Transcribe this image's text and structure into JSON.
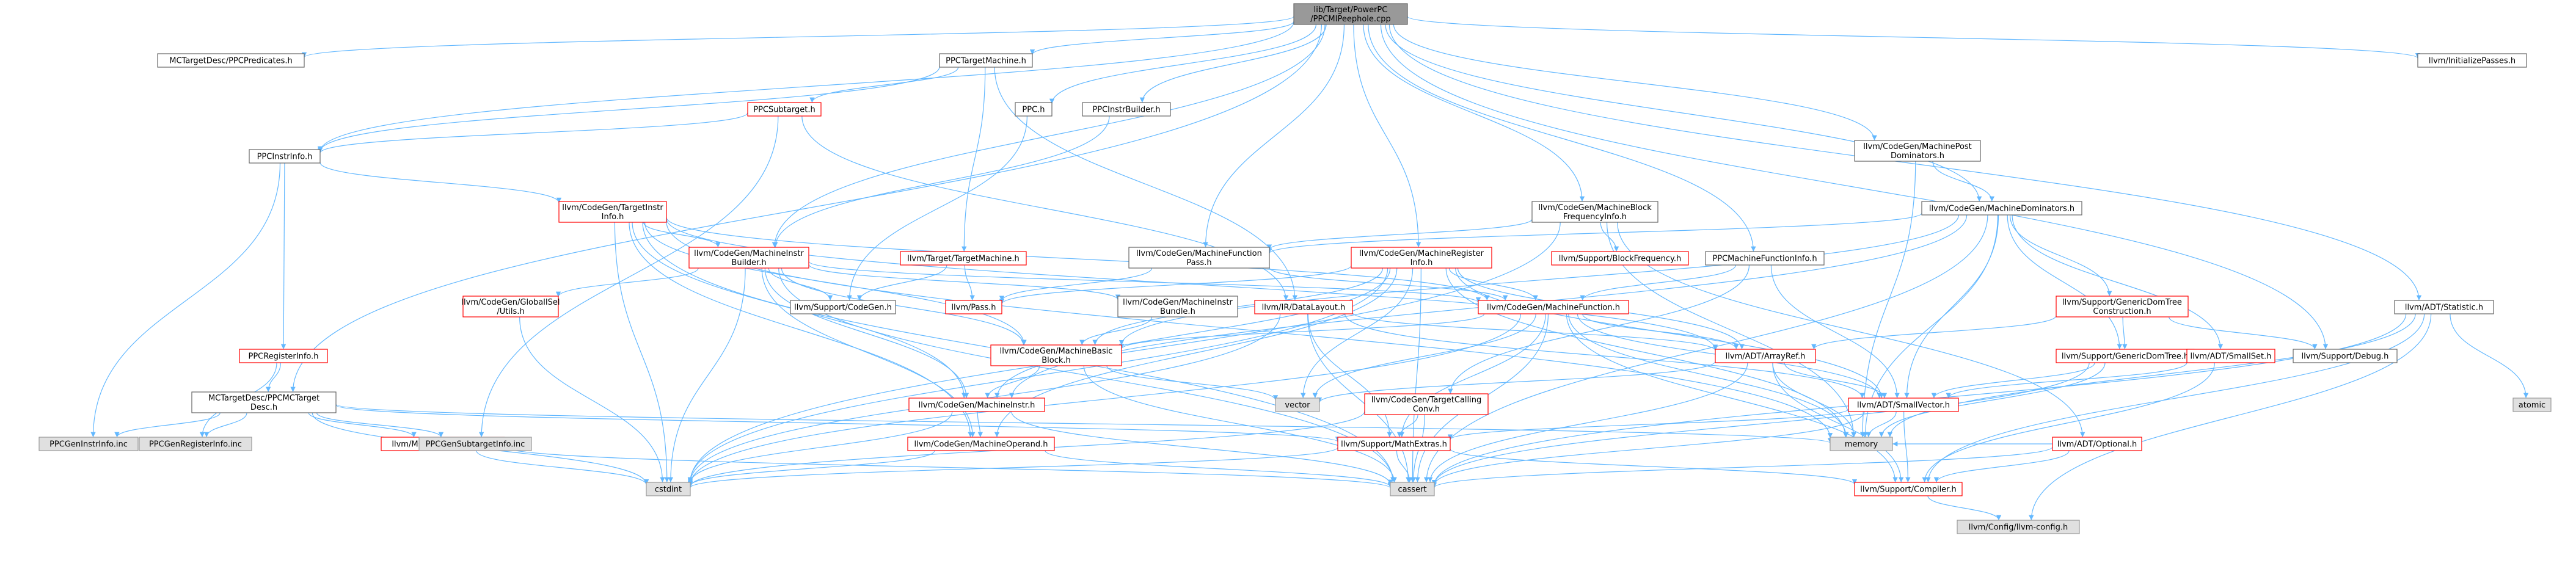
{
  "graph": {
    "colors": {
      "edge": "#63b8ff",
      "root_fill": "#999999",
      "root_stroke": "#666666",
      "file_fill": "#ffffff",
      "file_stroke": "#666666",
      "truncated_stroke": "#ff0000",
      "system_fill": "#e0e0e0",
      "system_stroke": "#999999",
      "text": "#000000"
    },
    "nodes": [
      {
        "id": "root",
        "lines": [
          "lib/Target/PowerPC",
          "/PPCMIPeephole.cpp"
        ],
        "kind": "root"
      },
      {
        "id": "mctdpred",
        "lines": [
          "MCTargetDesc/PPCPredicates.h"
        ],
        "kind": "file"
      },
      {
        "id": "ppctm",
        "lines": [
          "PPCTargetMachine.h"
        ],
        "kind": "file"
      },
      {
        "id": "ppch",
        "lines": [
          "PPC.h"
        ],
        "kind": "file"
      },
      {
        "id": "ppcib",
        "lines": [
          "PPCInstrBuilder.h"
        ],
        "kind": "file"
      },
      {
        "id": "ppcsub",
        "lines": [
          "PPCSubtarget.h"
        ],
        "kind": "truncated"
      },
      {
        "id": "ppcii",
        "lines": [
          "PPCInstrInfo.h"
        ],
        "kind": "file"
      },
      {
        "id": "mpdom",
        "lines": [
          "llvm/CodeGen/MachinePost",
          "Dominators.h"
        ],
        "kind": "file"
      },
      {
        "id": "initp",
        "lines": [
          "llvm/InitializePasses.h"
        ],
        "kind": "file"
      },
      {
        "id": "tii",
        "lines": [
          "llvm/CodeGen/TargetInstr",
          "Info.h"
        ],
        "kind": "truncated"
      },
      {
        "id": "mbfi",
        "lines": [
          "llvm/CodeGen/MachineBlock",
          "FrequencyInfo.h"
        ],
        "kind": "file"
      },
      {
        "id": "mdom",
        "lines": [
          "llvm/CodeGen/MachineDominators.h"
        ],
        "kind": "file"
      },
      {
        "id": "mib",
        "lines": [
          "llvm/CodeGen/MachineInstr",
          "Builder.h"
        ],
        "kind": "truncated"
      },
      {
        "id": "ttm",
        "lines": [
          "llvm/Target/TargetMachine.h"
        ],
        "kind": "truncated"
      },
      {
        "id": "mfp",
        "lines": [
          "llvm/CodeGen/MachineFunction",
          "Pass.h"
        ],
        "kind": "file"
      },
      {
        "id": "mri",
        "lines": [
          "llvm/CodeGen/MachineRegister",
          "Info.h"
        ],
        "kind": "truncated"
      },
      {
        "id": "bfreq",
        "lines": [
          "llvm/Support/BlockFrequency.h"
        ],
        "kind": "truncated"
      },
      {
        "id": "ppcmfi",
        "lines": [
          "PPCMachineFunctionInfo.h"
        ],
        "kind": "file"
      },
      {
        "id": "gdtc",
        "lines": [
          "llvm/Support/GenericDomTree",
          "Construction.h"
        ],
        "kind": "truncated"
      },
      {
        "id": "gisel",
        "lines": [
          "llvm/CodeGen/GlobalISel",
          "/Utils.h"
        ],
        "kind": "truncated"
      },
      {
        "id": "supcg",
        "lines": [
          "llvm/Support/CodeGen.h"
        ],
        "kind": "file"
      },
      {
        "id": "irpass",
        "lines": [
          "llvm/Pass.h"
        ],
        "kind": "truncated"
      },
      {
        "id": "mibundle",
        "lines": [
          "llvm/CodeGen/MachineInstr",
          "Bundle.h"
        ],
        "kind": "file"
      },
      {
        "id": "dl",
        "lines": [
          "llvm/IR/DataLayout.h"
        ],
        "kind": "truncated"
      },
      {
        "id": "mf",
        "lines": [
          "llvm/CodeGen/MachineFunction.h"
        ],
        "kind": "truncated"
      },
      {
        "id": "stat",
        "lines": [
          "llvm/ADT/Statistic.h"
        ],
        "kind": "file"
      },
      {
        "id": "ppcri",
        "lines": [
          "PPCRegisterInfo.h"
        ],
        "kind": "truncated"
      },
      {
        "id": "mbb",
        "lines": [
          "llvm/CodeGen/MachineBasic",
          "Block.h"
        ],
        "kind": "truncated"
      },
      {
        "id": "aref",
        "lines": [
          "llvm/ADT/ArrayRef.h"
        ],
        "kind": "truncated"
      },
      {
        "id": "gdt",
        "lines": [
          "llvm/Support/GenericDomTree.h"
        ],
        "kind": "truncated"
      },
      {
        "id": "sset",
        "lines": [
          "llvm/ADT/SmallSet.h"
        ],
        "kind": "truncated"
      },
      {
        "id": "dbg",
        "lines": [
          "llvm/Support/Debug.h"
        ],
        "kind": "file"
      },
      {
        "id": "mctd",
        "lines": [
          "MCTargetDesc/PPCMCTarget",
          "Desc.h"
        ],
        "kind": "file"
      },
      {
        "id": "vec",
        "lines": [
          "vector"
        ],
        "kind": "system"
      },
      {
        "id": "atomic",
        "lines": [
          "atomic"
        ],
        "kind": "system"
      },
      {
        "id": "mi",
        "lines": [
          "llvm/CodeGen/MachineInstr.h"
        ],
        "kind": "truncated"
      },
      {
        "id": "tcc",
        "lines": [
          "llvm/CodeGen/TargetCalling",
          "Conv.h"
        ],
        "kind": "truncated"
      },
      {
        "id": "svec",
        "lines": [
          "llvm/ADT/SmallVector.h"
        ],
        "kind": "truncated"
      },
      {
        "id": "opt",
        "lines": [
          "llvm/ADT/Optional.h"
        ],
        "kind": "truncated"
      },
      {
        "id": "memory",
        "lines": [
          "memory"
        ],
        "kind": "system"
      },
      {
        "id": "geninstr",
        "lines": [
          "PPCGenInstrInfo.inc"
        ],
        "kind": "system"
      },
      {
        "id": "genreg",
        "lines": [
          "PPCGenRegisterInfo.inc"
        ],
        "kind": "system"
      },
      {
        "id": "mcreg",
        "lines": [
          "llvm/MC/MCRegisterInfo.h"
        ],
        "kind": "truncated"
      },
      {
        "id": "gensub",
        "lines": [
          "PPCGenSubtargetInfo.inc"
        ],
        "kind": "system"
      },
      {
        "id": "mop",
        "lines": [
          "llvm/CodeGen/MachineOperand.h"
        ],
        "kind": "truncated"
      },
      {
        "id": "mathx",
        "lines": [
          "llvm/Support/MathExtras.h"
        ],
        "kind": "truncated"
      },
      {
        "id": "cstdint",
        "lines": [
          "cstdint"
        ],
        "kind": "system"
      },
      {
        "id": "cassert",
        "lines": [
          "cassert"
        ],
        "kind": "system"
      },
      {
        "id": "compiler",
        "lines": [
          "llvm/Support/Compiler.h"
        ],
        "kind": "truncated"
      },
      {
        "id": "config",
        "lines": [
          "llvm/Config/llvm-config.h"
        ],
        "kind": "system"
      }
    ],
    "edges": [
      [
        "root",
        "mctdpred"
      ],
      [
        "root",
        "ppctm"
      ],
      [
        "root",
        "ppch"
      ],
      [
        "root",
        "ppcib"
      ],
      [
        "root",
        "ppcii"
      ],
      [
        "root",
        "mpdom"
      ],
      [
        "root",
        "initp"
      ],
      [
        "root",
        "mbfi"
      ],
      [
        "root",
        "mdom"
      ],
      [
        "root",
        "mib"
      ],
      [
        "root",
        "mfp"
      ],
      [
        "root",
        "mri"
      ],
      [
        "root",
        "ppcmfi"
      ],
      [
        "root",
        "stat"
      ],
      [
        "root",
        "dbg"
      ],
      [
        "root",
        "mctd"
      ],
      [
        "ppctm",
        "ppcsub"
      ],
      [
        "ppctm",
        "ppcii"
      ],
      [
        "ppctm",
        "ttm"
      ],
      [
        "ppctm",
        "dl"
      ],
      [
        "ppcsub",
        "ppcii"
      ],
      [
        "ppcsub",
        "dl"
      ],
      [
        "ppcsub",
        "gensub"
      ],
      [
        "ppch",
        "supcg"
      ],
      [
        "ppcib",
        "mib"
      ],
      [
        "ppcii",
        "tii"
      ],
      [
        "ppcii",
        "ppcri"
      ],
      [
        "ppcii",
        "geninstr"
      ],
      [
        "tii",
        "mib"
      ],
      [
        "tii",
        "mbb"
      ],
      [
        "tii",
        "mi"
      ],
      [
        "tii",
        "mop"
      ],
      [
        "tii",
        "mf"
      ],
      [
        "tii",
        "aref"
      ],
      [
        "tii",
        "cstdint"
      ],
      [
        "tii",
        "cassert"
      ],
      [
        "tii",
        "memory"
      ],
      [
        "mpdom",
        "mdom"
      ],
      [
        "mpdom",
        "memory"
      ],
      [
        "mbfi",
        "mfp"
      ],
      [
        "mbfi",
        "bfreq"
      ],
      [
        "mbfi",
        "opt"
      ],
      [
        "mbfi",
        "cstdint"
      ],
      [
        "mbfi",
        "memory"
      ],
      [
        "mdom",
        "mfp"
      ],
      [
        "mdom",
        "gdtc"
      ],
      [
        "mdom",
        "gdt"
      ],
      [
        "mdom",
        "sset"
      ],
      [
        "mdom",
        "svec"
      ],
      [
        "mdom",
        "mbb"
      ],
      [
        "mdom",
        "mi"
      ],
      [
        "mdom",
        "cassert"
      ],
      [
        "mdom",
        "memory"
      ],
      [
        "mib",
        "gisel"
      ],
      [
        "mib",
        "supcg"
      ],
      [
        "mib",
        "mibundle"
      ],
      [
        "mib",
        "mbb"
      ],
      [
        "mib",
        "mi"
      ],
      [
        "mib",
        "mop"
      ],
      [
        "mib",
        "mf"
      ],
      [
        "mib",
        "cstdint"
      ],
      [
        "mib",
        "cassert"
      ],
      [
        "ttm",
        "irpass"
      ],
      [
        "ttm",
        "supcg"
      ],
      [
        "mfp",
        "mf"
      ],
      [
        "mfp",
        "irpass"
      ],
      [
        "mri",
        "mf"
      ],
      [
        "mri",
        "mbb"
      ],
      [
        "mri",
        "mi"
      ],
      [
        "mri",
        "mop"
      ],
      [
        "mri",
        "aref"
      ],
      [
        "mri",
        "svec"
      ],
      [
        "mri",
        "vec"
      ],
      [
        "mri",
        "cassert"
      ],
      [
        "mri",
        "cstdint"
      ],
      [
        "mri",
        "memory"
      ],
      [
        "mri",
        "irpass"
      ],
      [
        "ppcmfi",
        "mf"
      ],
      [
        "ppcmfi",
        "tcc"
      ],
      [
        "ppcmfi",
        "svec"
      ],
      [
        "gdtc",
        "gdt"
      ],
      [
        "gdtc",
        "aref"
      ],
      [
        "gdtc",
        "dbg"
      ],
      [
        "gisel",
        "cstdint"
      ],
      [
        "mibundle",
        "mbb"
      ],
      [
        "dl",
        "aref"
      ],
      [
        "dl",
        "svec"
      ],
      [
        "dl",
        "mathx"
      ],
      [
        "dl",
        "cassert"
      ],
      [
        "dl",
        "cstdint"
      ],
      [
        "mf",
        "mbb"
      ],
      [
        "mf",
        "aref"
      ],
      [
        "mf",
        "svec"
      ],
      [
        "mf",
        "mathx"
      ],
      [
        "mf",
        "compiler"
      ],
      [
        "mf",
        "cassert"
      ],
      [
        "mf",
        "cstdint"
      ],
      [
        "mf",
        "memory"
      ],
      [
        "mf",
        "vec"
      ],
      [
        "stat",
        "compiler"
      ],
      [
        "stat",
        "config"
      ],
      [
        "stat",
        "atomic"
      ],
      [
        "stat",
        "memory"
      ],
      [
        "stat",
        "cassert"
      ],
      [
        "ppcri",
        "mctd"
      ],
      [
        "ppcri",
        "genreg"
      ],
      [
        "mbb",
        "mi"
      ],
      [
        "mbb",
        "vec"
      ],
      [
        "mbb",
        "cassert"
      ],
      [
        "aref",
        "svec"
      ],
      [
        "aref",
        "compiler"
      ],
      [
        "aref",
        "cassert"
      ],
      [
        "aref",
        "vec"
      ],
      [
        "aref",
        "memory"
      ],
      [
        "gdt",
        "svec"
      ],
      [
        "gdt",
        "cassert"
      ],
      [
        "gdt",
        "memory"
      ],
      [
        "sset",
        "svec"
      ],
      [
        "sset",
        "compiler"
      ],
      [
        "mctd",
        "geninstr"
      ],
      [
        "mctd",
        "genreg"
      ],
      [
        "mctd",
        "gensub"
      ],
      [
        "mctd",
        "mcreg"
      ],
      [
        "mctd",
        "mathx"
      ],
      [
        "mctd",
        "cstdint"
      ],
      [
        "mctd",
        "memory"
      ],
      [
        "mi",
        "mop"
      ],
      [
        "mi",
        "cstdint"
      ],
      [
        "mi",
        "cassert"
      ],
      [
        "tcc",
        "mathx"
      ],
      [
        "tcc",
        "cassert"
      ],
      [
        "tcc",
        "cstdint"
      ],
      [
        "svec",
        "compiler"
      ],
      [
        "svec",
        "mathx"
      ],
      [
        "svec",
        "cassert"
      ],
      [
        "svec",
        "memory"
      ],
      [
        "opt",
        "compiler"
      ],
      [
        "opt",
        "cassert"
      ],
      [
        "opt",
        "memory"
      ],
      [
        "mcreg",
        "cassert"
      ],
      [
        "mcreg",
        "cstdint"
      ],
      [
        "mop",
        "cassert"
      ],
      [
        "mop",
        "cstdint"
      ],
      [
        "mathx",
        "compiler"
      ],
      [
        "mathx",
        "cassert"
      ],
      [
        "mathx",
        "cstdint"
      ],
      [
        "compiler",
        "config"
      ]
    ]
  }
}
